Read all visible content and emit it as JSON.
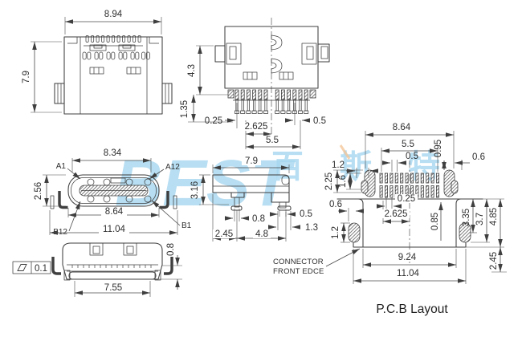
{
  "watermark": {
    "latin": "BEST",
    "cjk": "百斯特"
  },
  "top_view": {
    "width": "8.94",
    "height": "7.9"
  },
  "bottom_view": {
    "h1": "4.3",
    "h2": "1.35",
    "p1": "0.25",
    "p2": "2.625",
    "p3": "5.5",
    "p4": "0.5"
  },
  "front_view": {
    "w1": "8.34",
    "h1": "2.56",
    "w2": "8.64",
    "w3": "11.04",
    "a1": "A1",
    "a12": "A12",
    "b12": "B12",
    "b1": "B1"
  },
  "side_view": {
    "w": "7.9",
    "h": "3.16",
    "d1": "0.8",
    "d2": "0.5",
    "d3": "1.3",
    "d4": "2.45",
    "d5": "4.8"
  },
  "back_view": {
    "flatness": "0.1",
    "w": "7.55",
    "h": "0.8"
  },
  "pcb": {
    "w1": "8.64",
    "w2": "5.5",
    "v095": "0.95",
    "p05": "0.5",
    "r06": "0.6",
    "t12": "1.2",
    "t225": "2.25",
    "t16": "1.6",
    "off025": "0.25",
    "v085": "0.85",
    "c2625": "2.625",
    "l06": "0.6",
    "l12": "1.2",
    "m335": "3.35",
    "m37": "3.7",
    "m485": "4.85",
    "m245": "2.45",
    "w3": "9.24",
    "w4": "11.04",
    "note1": "CONNECTOR",
    "note2": "FRONT EDCE",
    "title": "P.C.B Layout"
  }
}
